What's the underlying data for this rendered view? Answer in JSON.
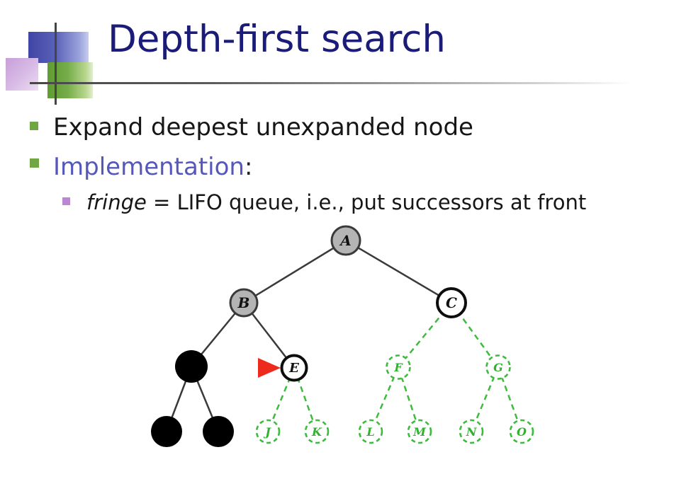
{
  "slide": {
    "title": "Depth-first search",
    "bullets": [
      {
        "label": "Expand deepest unexpanded node"
      },
      {
        "label": "Implementation",
        "suffix": ":"
      }
    ],
    "sub_bullets": [
      {
        "term": "fringe",
        "rest": " = LIFO queue, i.e., put successors at front"
      }
    ]
  },
  "tree": {
    "nodes": {
      "A": "A",
      "B": "B",
      "C": "C",
      "E": "E",
      "F": "F",
      "G": "G",
      "J": "J",
      "K": "K",
      "L": "L",
      "M": "M",
      "N": "N",
      "O": "O"
    }
  },
  "colors": {
    "title_navy": "#1b1b78",
    "body_text": "#161616",
    "implementation_blue": "#5558bb",
    "bullet_green": "#70a643",
    "sub_bullet_purple": "#bb87d3",
    "tree_green": "#3dbb3d",
    "node_gray_fill": "#b4b4b4",
    "node_stroke_dark": "#3a3a3a",
    "expanded_node_black": "#000000",
    "pointer_red": "#ee2a1d"
  }
}
